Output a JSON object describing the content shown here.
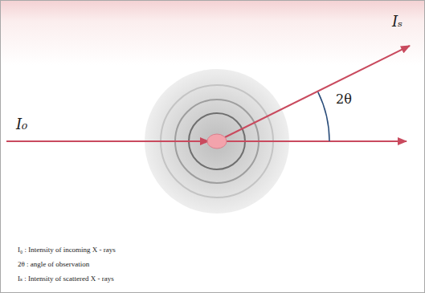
{
  "diagram": {
    "labels": [
      "I₀",
      "Iₛ",
      "2θ",
      "I₀ : Intensity of incoming X - rays",
      "2θ : angle of observation",
      "Iₛ : Intensity of scattered X - rays"
    ]
  }
}
